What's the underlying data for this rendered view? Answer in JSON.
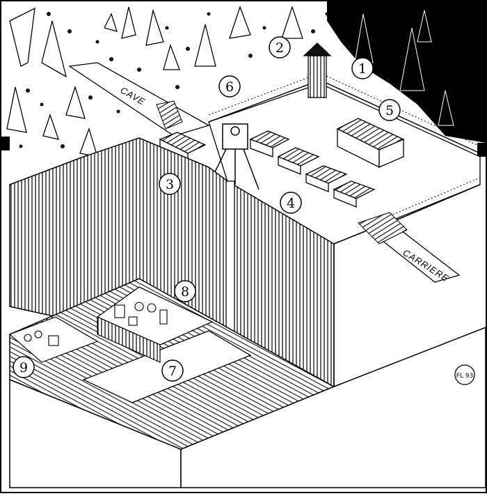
{
  "labels": {
    "cave": "CAVE",
    "carriere": "CARRIERE"
  },
  "markers": [
    "1",
    "2",
    "3",
    "4",
    "5",
    "6",
    "7",
    "8",
    "9"
  ],
  "signature": "FL 93"
}
